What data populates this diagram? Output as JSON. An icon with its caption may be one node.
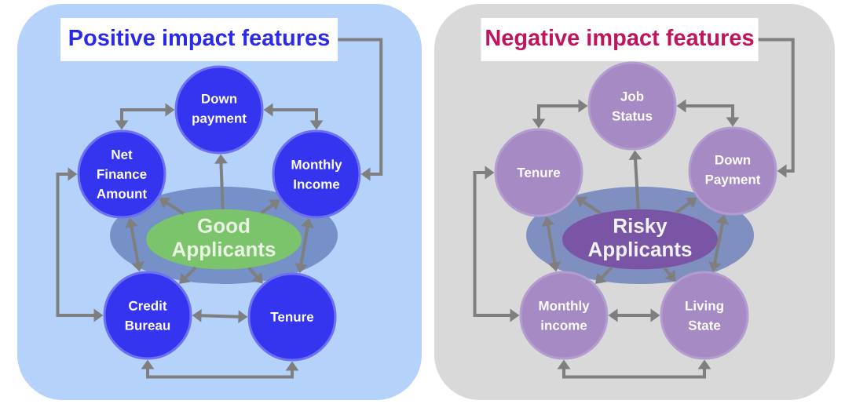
{
  "diagram": {
    "nodes": [
      {
        "text": [],
        "shape": "box"
      },
      {
        "text": [
          "Positive impact features"
        ],
        "in": 0
      },
      {
        "text": [
          "Good Applicants"
        ],
        "in": 0
      },
      {
        "text": [
          "Down payment"
        ],
        "in": 0
      },
      {
        "text": [
          "Net Finance Amount"
        ],
        "in": 0
      },
      {
        "text": [
          "Monthly Income"
        ],
        "in": 0
      },
      {
        "text": [
          "Credit Bureau"
        ],
        "in": 0
      },
      {
        "text": [
          "Tenure"
        ],
        "in": 0
      },
      {
        "text": [],
        "shape": "box"
      },
      {
        "text": [
          "Negative impact features"
        ],
        "in": 8
      },
      {
        "text": [
          "Risky Applicants"
        ],
        "in": 8
      },
      {
        "text": [
          "Job Status"
        ],
        "in": 8
      },
      {
        "text": [
          "Tenure"
        ],
        "in": 8
      },
      {
        "text": [
          "Down Payment"
        ],
        "in": 8
      },
      {
        "text": [
          "Monthly income"
        ],
        "in": 8
      },
      {
        "text": [
          "Living State"
        ],
        "in": 8
      }
    ],
    "edges": [
      {
        "from": 1,
        "to": 5,
        "arrow": "to"
      },
      {
        "from": 3,
        "to": 4,
        "arrow": "both"
      },
      {
        "from": 3,
        "to": 5,
        "arrow": "both"
      },
      {
        "from": 2,
        "to": 3,
        "arrow": "to"
      },
      {
        "from": 2,
        "to": 4,
        "arrow": "to"
      },
      {
        "from": 2,
        "to": 5,
        "arrow": "to"
      },
      {
        "from": 4,
        "to": 6,
        "arrow": "both"
      },
      {
        "from": 5,
        "to": 7,
        "arrow": "both"
      },
      {
        "from": 2,
        "to": 6,
        "arrow": "to"
      },
      {
        "from": 2,
        "to": 7,
        "arrow": "to"
      },
      {
        "from": 6,
        "to": 7,
        "arrow": "both"
      },
      {
        "from": 4,
        "to": 6,
        "arrow": "both"
      },
      {
        "from": 6,
        "to": 7,
        "arrow": "both"
      },
      {
        "from": 9,
        "to": 13,
        "arrow": "to"
      },
      {
        "from": 11,
        "to": 12,
        "arrow": "both"
      },
      {
        "from": 11,
        "to": 13,
        "arrow": "both"
      },
      {
        "from": 10,
        "to": 11,
        "arrow": "to"
      },
      {
        "from": 10,
        "to": 12,
        "arrow": "to"
      },
      {
        "from": 10,
        "to": 13,
        "arrow": "to"
      },
      {
        "from": 12,
        "to": 14,
        "arrow": "both"
      },
      {
        "from": 13,
        "to": 15,
        "arrow": "both"
      },
      {
        "from": 10,
        "to": 14,
        "arrow": "to"
      },
      {
        "from": 10,
        "to": 15,
        "arrow": "to"
      },
      {
        "from": 14,
        "to": 15,
        "arrow": "both"
      },
      {
        "from": 12,
        "to": 14,
        "arrow": "both"
      },
      {
        "from": 14,
        "to": 15,
        "arrow": "both"
      }
    ]
  }
}
